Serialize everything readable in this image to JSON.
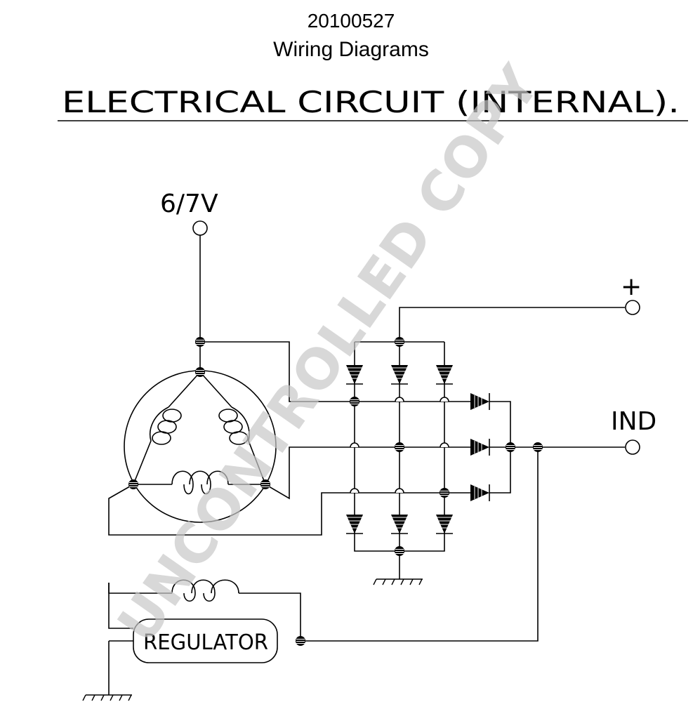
{
  "header": {
    "doc_id": "20100527",
    "title": "Wiring Diagrams"
  },
  "diagram": {
    "heading": "ELECTRICAL CIRCUIT (INTERNAL).",
    "terminal_67v": "6/7V",
    "terminal_plus": "+",
    "terminal_ind": "IND",
    "regulator": "REGULATOR"
  },
  "watermark": "UNCONTROLLED COPY"
}
